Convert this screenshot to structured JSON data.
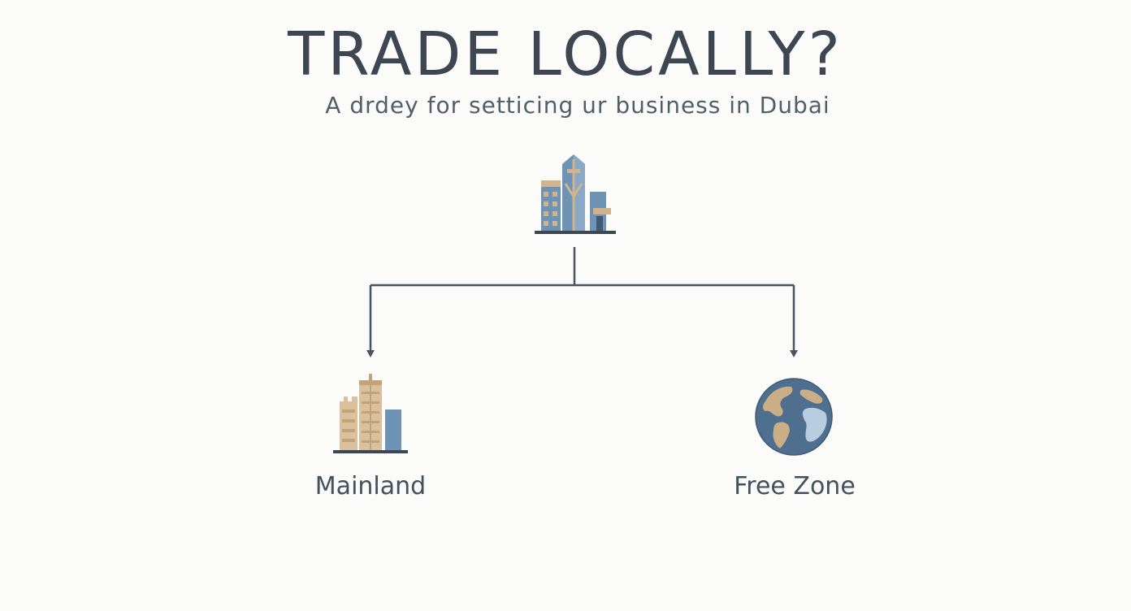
{
  "header": {
    "title": "TRADE LOCALLY?",
    "subtitle": "A drdey for setticing ur business in Dubai"
  },
  "nodes": {
    "root": {
      "icon": "city-buildings-icon"
    },
    "left": {
      "label": "Mainland",
      "icon": "office-buildings-icon"
    },
    "right": {
      "label": "Free Zone",
      "icon": "globe-icon"
    }
  },
  "colors": {
    "text": "#3d4651",
    "line": "#4a5461",
    "blue": "#6f93b4",
    "tan": "#d2b48c",
    "ocean": "#4f6f8f"
  }
}
